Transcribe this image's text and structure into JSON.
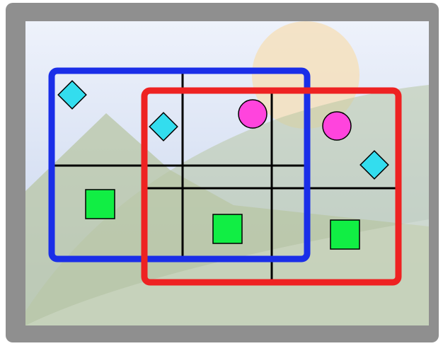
{
  "colors": {
    "frame": "#8f8f8f",
    "sky_top": "#eef2fb",
    "sky_bottom": "#c4d2ec",
    "sun": "#f5e0bd",
    "hill": "#b8c6a4",
    "box_left": "#1a2ee8",
    "box_right": "#ee2222",
    "diamond": "#33ddee",
    "circle": "#ff44dd",
    "square": "#11ee44",
    "grid_line": "#000000"
  },
  "icons": {
    "frame": "picture-frame-icon",
    "sun": "sun-icon",
    "mountain": "mountain-icon",
    "diamond": "diamond-icon",
    "circle": "circle-icon",
    "square": "square-icon"
  },
  "regions": [
    {
      "id": "blue",
      "color_key": "box_left"
    },
    {
      "id": "red",
      "color_key": "box_right"
    }
  ],
  "shapes": [
    {
      "kind": "diamond"
    },
    {
      "kind": "diamond"
    },
    {
      "kind": "diamond"
    },
    {
      "kind": "circle"
    },
    {
      "kind": "circle"
    },
    {
      "kind": "square"
    },
    {
      "kind": "square"
    },
    {
      "kind": "square"
    }
  ]
}
